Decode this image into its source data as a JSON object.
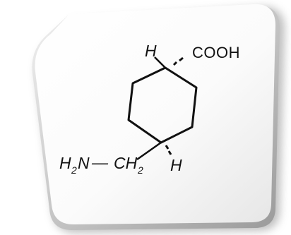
{
  "molecule": {
    "labels": {
      "top_hydrogen": "H",
      "carboxyl": "COOH",
      "amino": "H",
      "amino_sub": "2",
      "amino_n": "N",
      "bond_dash": "—",
      "methylene": "CH",
      "methylene_sub": "2",
      "bottom_hydrogen": "H"
    }
  },
  "colors": {
    "ink": "#111111",
    "card_face": "#ffffff",
    "card_shadow": "#b4b4b4"
  }
}
